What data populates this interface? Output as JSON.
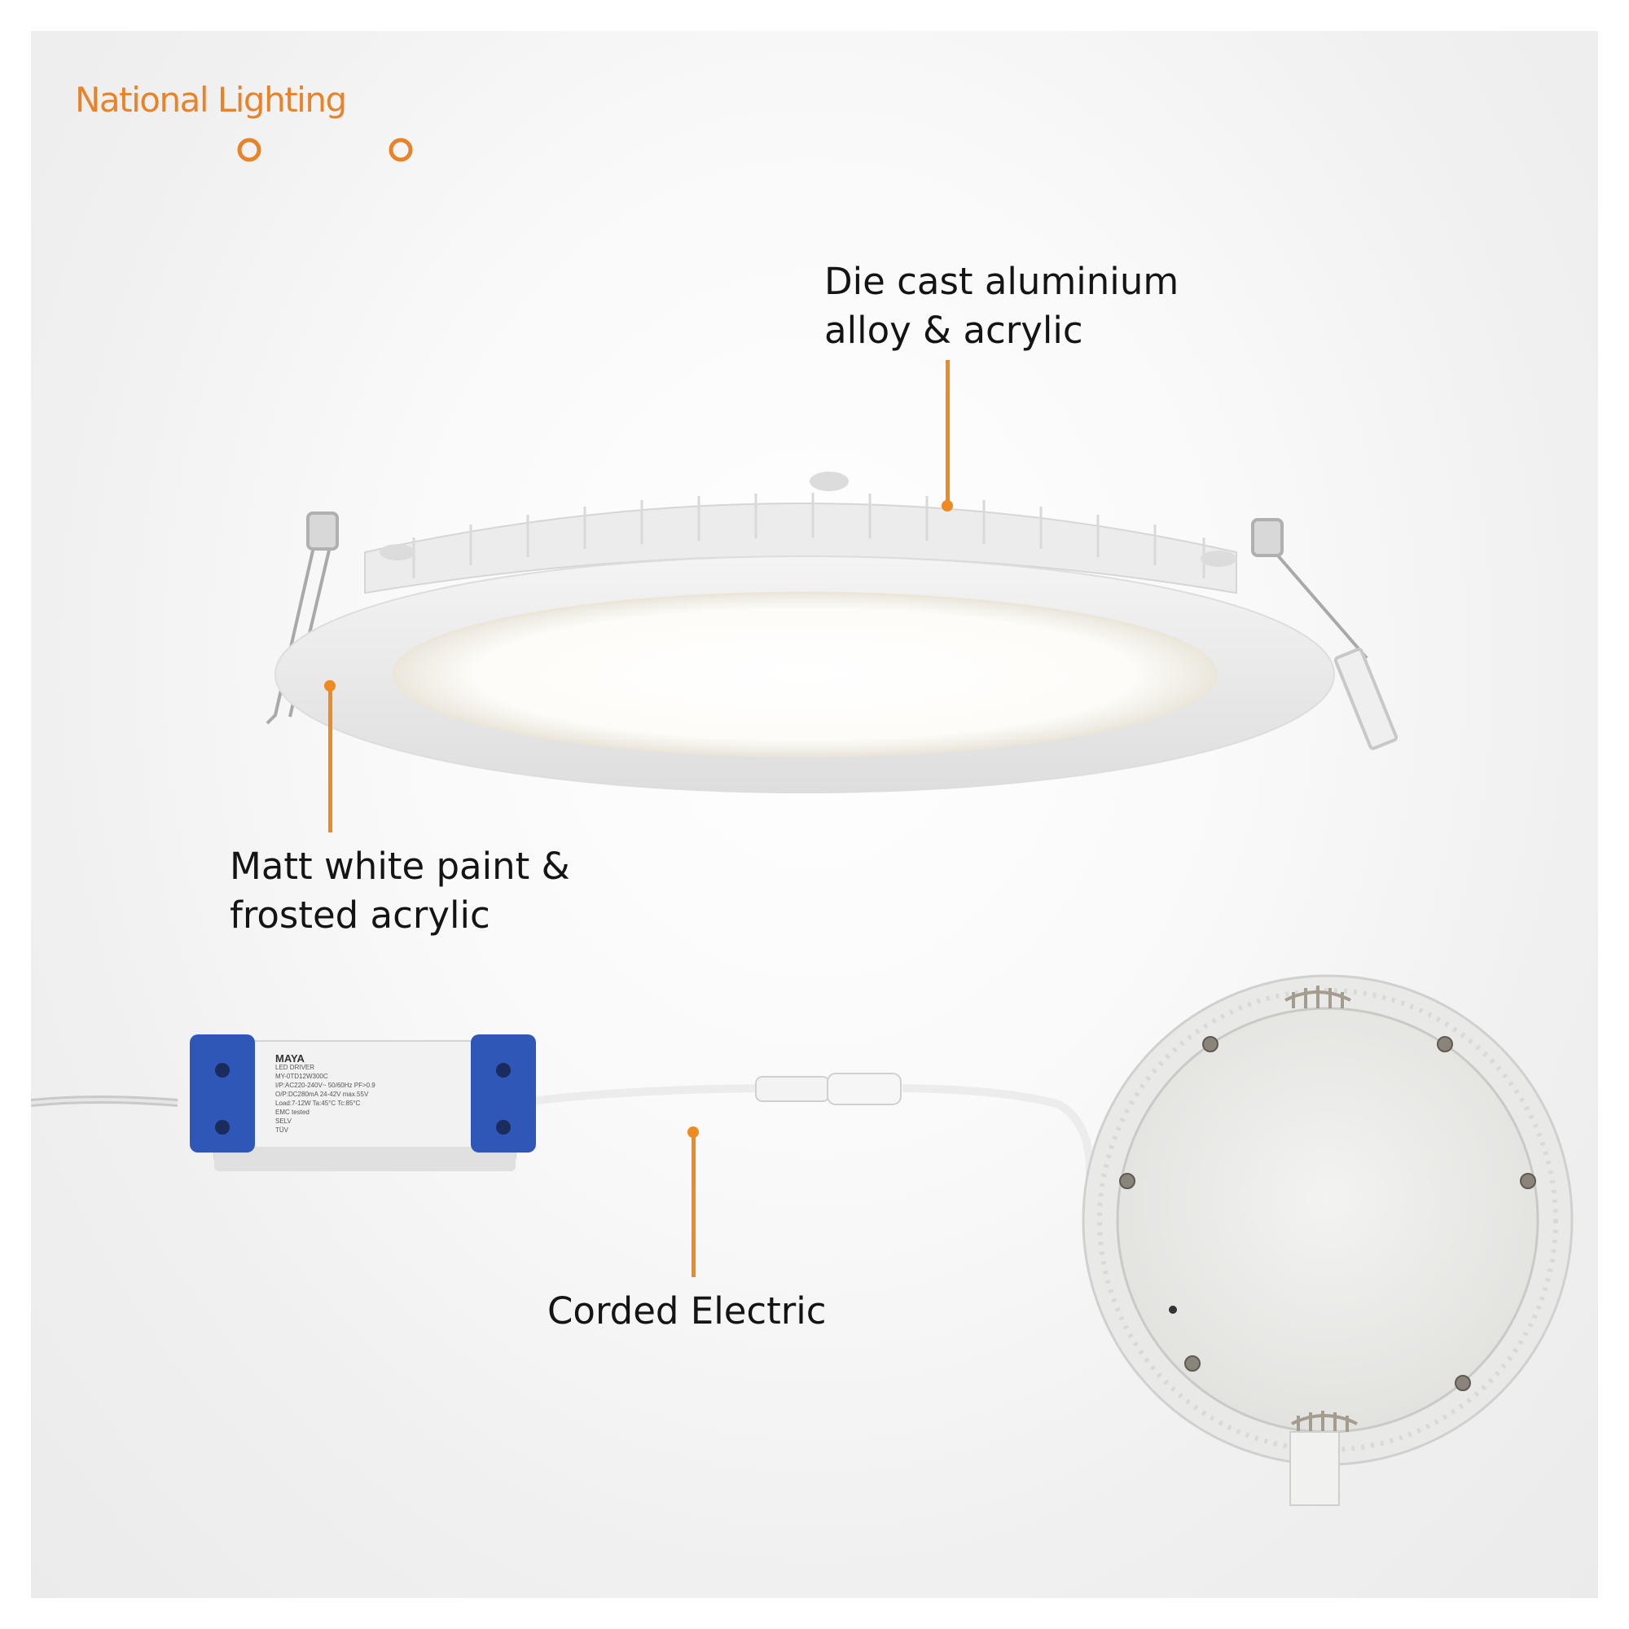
{
  "brand": {
    "name": "National Lighting",
    "color": "#e8832a"
  },
  "callouts": {
    "top_material": {
      "line1": "Die cast aluminium",
      "line2": "alloy & acrylic"
    },
    "face_finish": {
      "line1": "Matt white paint &",
      "line2": "frosted acrylic"
    },
    "power": {
      "line1": "Corded Electric"
    }
  },
  "driver_label": {
    "brand": "MAYA",
    "lines": [
      "LED DRIVER",
      "MY-0TD12W300C",
      "I/P:AC220-240V~ 50/60Hz PF>0.9",
      "O/P:DC280mA 24-42V max.55V",
      "Load:7-12W Ta:45°C Tc:85°C",
      "EMC tested",
      "SELV",
      "TÜV"
    ]
  },
  "colors": {
    "leader": "#ef8a22",
    "text": "#141414",
    "driver_cap": "#2f57b8"
  }
}
